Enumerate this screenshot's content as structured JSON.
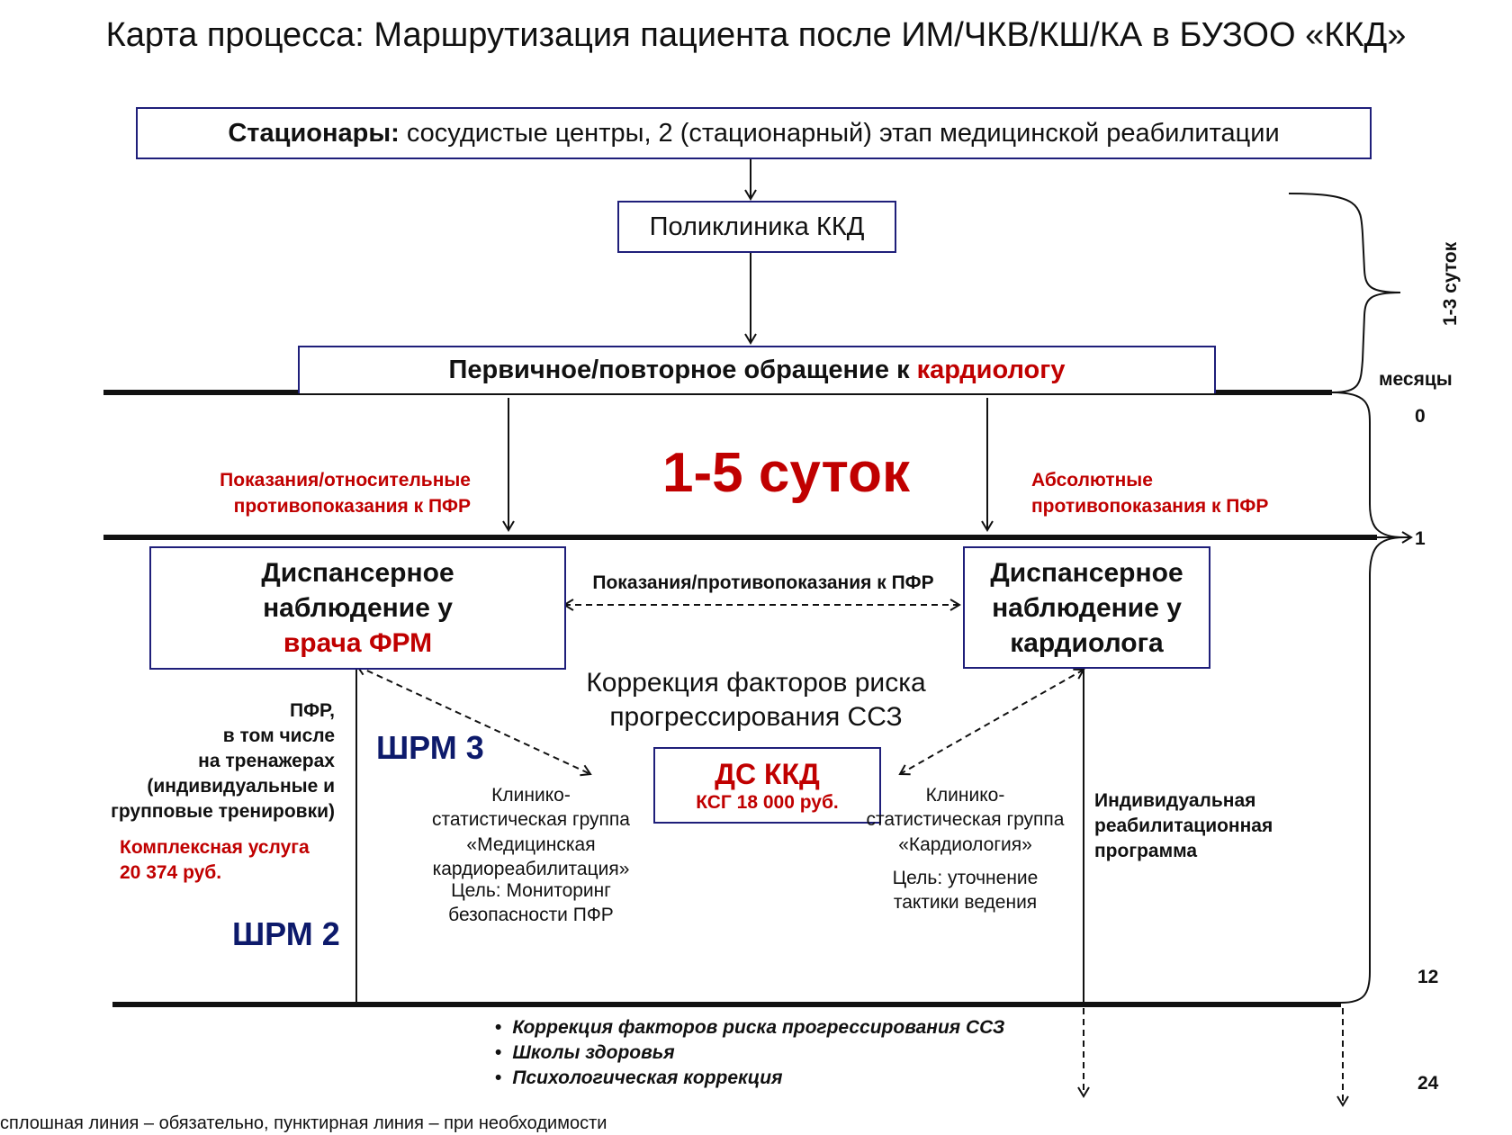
{
  "title": "Карта процесса: Маршрутизация пациента после ИМ/ЧКВ/КШ/КА в БУЗОО «ККД»",
  "boxes": {
    "hospitals_bold": "Стационары:",
    "hospitals_rest": " сосудистые центры, 2 (стационарный) этап медицинской реабилитации",
    "polyclinic": "Поликлиника ККД",
    "cardio_visit_prefix": "Первичное/повторное обращение к ",
    "cardio_visit_red": "кардиологу",
    "frm_line1": "Диспансерное",
    "frm_line2": "наблюдение у",
    "frm_line3": "врача ФРМ",
    "cardio_line1": "Диспансерное",
    "cardio_line2": "наблюдение у",
    "cardio_line3": "кардиолога",
    "ds_title": "ДС ККД",
    "ds_price": "КСГ 18 000  руб."
  },
  "labels": {
    "days_big": "1-5 суток",
    "left_indications_1": "Показания/относительные",
    "left_indications_2": "противопоказания к ПФР",
    "right_contra_1": "Абсолютные",
    "right_contra_2": "противопоказания к ПФР",
    "middle_indications": "Показания/противопоказания к ПФР",
    "risk_correction_1": "Коррекция факторов риска",
    "risk_correction_2": "прогрессирования ССЗ",
    "shrm3": "ШРМ 3",
    "shrm2": "ШРМ 2",
    "pfr_1": "ПФР,",
    "pfr_2": "в том числе",
    "pfr_3": "на тренажерах",
    "pfr_4": "(индивидуальные и",
    "pfr_5": "групповые тренировки)",
    "complex_1": "Комплексная услуга",
    "complex_2": "20 374 руб.",
    "ksg_med_1": "Клинико-",
    "ksg_med_2": "статистическая группа",
    "ksg_med_3": "«Медицинская",
    "ksg_med_4": "кардиореабилитация»",
    "goal_med_1": "Цель: Мониторинг",
    "goal_med_2": "безопасности ПФР",
    "ksg_card_1": "Клинико-",
    "ksg_card_2": "статистическая группа",
    "ksg_card_3": "«Кардиология»",
    "goal_card_1": "Цель: уточнение",
    "goal_card_2": "тактики ведения",
    "irp_1": "Индивидуальная",
    "irp_2": "реабилитационная",
    "irp_3": "программа"
  },
  "timeline": {
    "days_label": "1-3 суток",
    "months_label": "месяцы",
    "ticks": [
      "0",
      "1",
      "12",
      "24"
    ]
  },
  "bullets": [
    "Коррекция факторов риска прогрессирования ССЗ",
    "Школы здоровья",
    "Психологическая коррекция"
  ],
  "footer": "сплошная линия – обязательно, пунктирная линия – при необходимости",
  "colors": {
    "accent_red": "#c00000",
    "navy": "#0d1a6b",
    "box_border": "#1f1f7a"
  }
}
